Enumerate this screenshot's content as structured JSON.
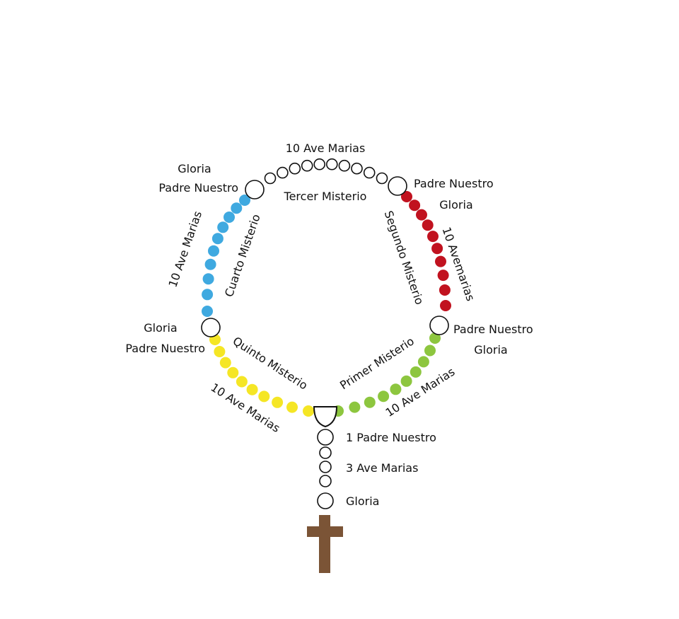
{
  "decades": [
    {
      "mystery": "Primer Misterio",
      "ave_label": "10 Ave Marias",
      "color": "#8dc63f",
      "bead_count": 10,
      "joint_label_line1": "Padre Nuestro",
      "joint_label_line2": "Gloria"
    },
    {
      "mystery": "Segundo Misterio",
      "ave_label": "10 Avemarias",
      "color": "#c1121f",
      "bead_count": 10,
      "joint_label_line1": "Padre Nuestro",
      "joint_label_line2": "Gloria"
    },
    {
      "mystery": "Tercer Misterio",
      "ave_label": "10 Ave Marias",
      "color": "#ffffff",
      "bead_count": 10,
      "joint_label_line1": "Gloria",
      "joint_label_line2": "Padre Nuestro"
    },
    {
      "mystery": "Cuarto Misterio",
      "ave_label": "10 Ave Marias",
      "color": "#3fa9e0",
      "bead_count": 10,
      "joint_label_line1": "Gloria",
      "joint_label_line2": "Padre Nuestro"
    },
    {
      "mystery": "Quinto Misterio",
      "ave_label": "10 Ave Marias",
      "color": "#f5e625",
      "bead_count": 10
    }
  ],
  "pendant": {
    "padre_nuestro_label": "1 Padre Nuestro",
    "ave_label": "3 Ave Marias",
    "gloria_label": "Gloria",
    "small_bead_count": 3
  },
  "colors": {
    "cross": "#7b5436",
    "outline": "#111111"
  },
  "icons": {
    "cross": "cross-icon",
    "centerpiece": "medal-icon"
  }
}
